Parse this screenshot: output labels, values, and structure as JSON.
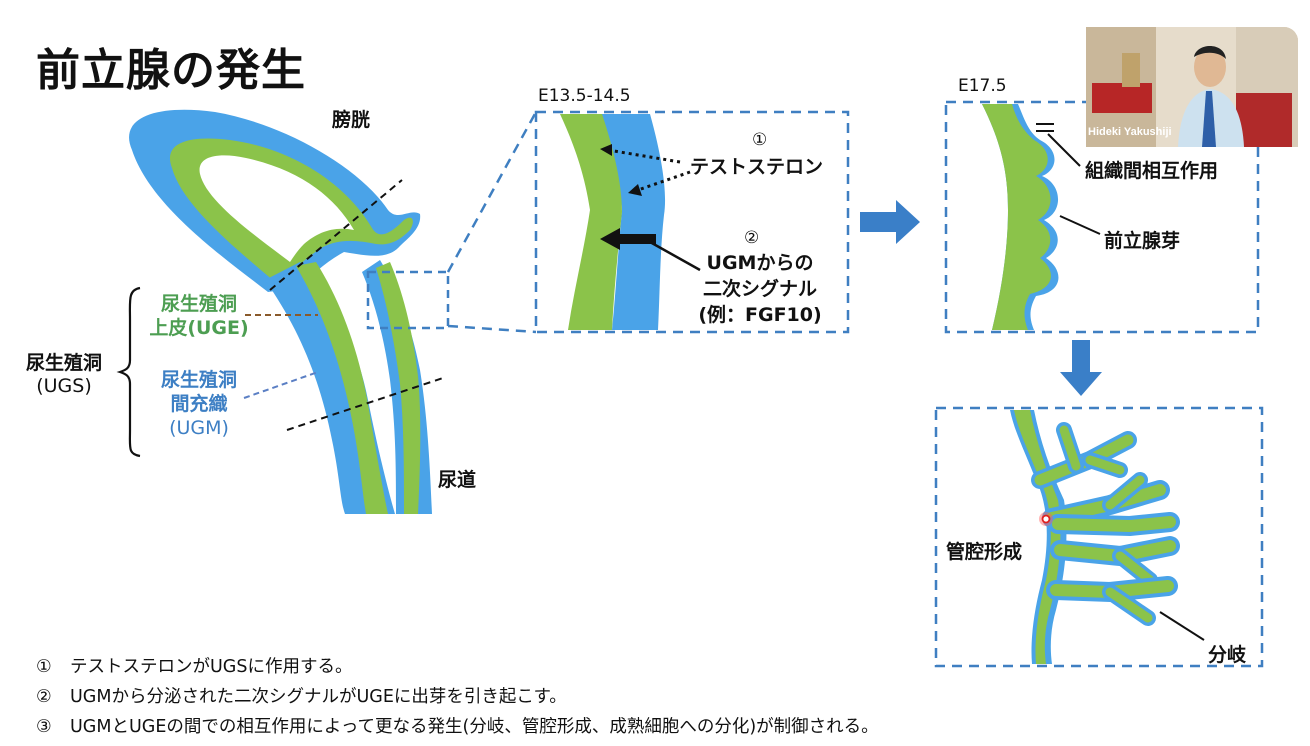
{
  "slide": {
    "title": "前立腺の発生"
  },
  "urogenital": {
    "bladder_label": "膀胱",
    "urethra_label": "尿道",
    "ugs_label_line1": "尿生殖洞",
    "ugs_label_line2": "(UGS)",
    "uge_line1": "尿生殖洞",
    "uge_line2": "上皮(UGE)",
    "ugm_line1": "尿生殖洞",
    "ugm_line2": "間充織",
    "ugm_line3": "(UGM)"
  },
  "panel_early": {
    "stage": "E13.5-14.5",
    "marker1": "①",
    "testosterone": "テストステロン",
    "marker2": "②",
    "signal_line1": "UGMからの",
    "signal_line2": "二次シグナル",
    "signal_line3": "(例：FGF10)"
  },
  "panel_late": {
    "stage": "E17.5",
    "interaction": "組織間相互作用",
    "bud": "前立腺芽"
  },
  "panel_branch": {
    "lumen": "管腔形成",
    "branching": "分岐"
  },
  "notes": [
    {
      "num": "①",
      "text": "テストステロンがUGSに作用する。"
    },
    {
      "num": "②",
      "text": "UGMから分泌された二次シグナルがUGEに出芽を引き起こす。"
    },
    {
      "num": "③",
      "text": "UGMとUGEの間での相互作用によって更なる発生(分岐、管腔形成、成熟細胞への分化)が制御される。"
    }
  ],
  "video": {
    "participant": "Hideki Yakushiji"
  },
  "colors": {
    "epithelium": "#8bc34a",
    "mesenchyme": "#4aa3e8",
    "frame": "#3f7fc1",
    "arrow": "#3a7fc8",
    "uge_text": "#4d9e52",
    "ugm_text": "#3d7fc4"
  }
}
